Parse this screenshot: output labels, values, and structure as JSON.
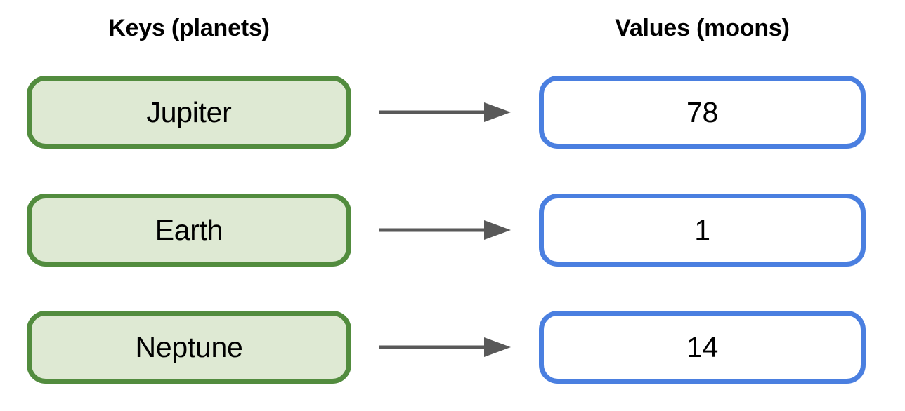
{
  "diagram": {
    "type": "key-value-mapping",
    "background_color": "#ffffff",
    "columns": {
      "keys_header": "Keys (planets)",
      "values_header": "Values (moons)"
    },
    "colors": {
      "key_border": "#528c3e",
      "key_fill": "#dee9d3",
      "value_border": "#4a7fe0",
      "value_fill": "#ffffff",
      "arrow": "#595959",
      "text": "#000000"
    },
    "pairs": [
      {
        "key": "Jupiter",
        "value": "78",
        "arrow": "arrow-right"
      },
      {
        "key": "Earth",
        "value": "1",
        "arrow": "arrow-right"
      },
      {
        "key": "Neptune",
        "value": "14",
        "arrow": "arrow-right"
      }
    ]
  }
}
